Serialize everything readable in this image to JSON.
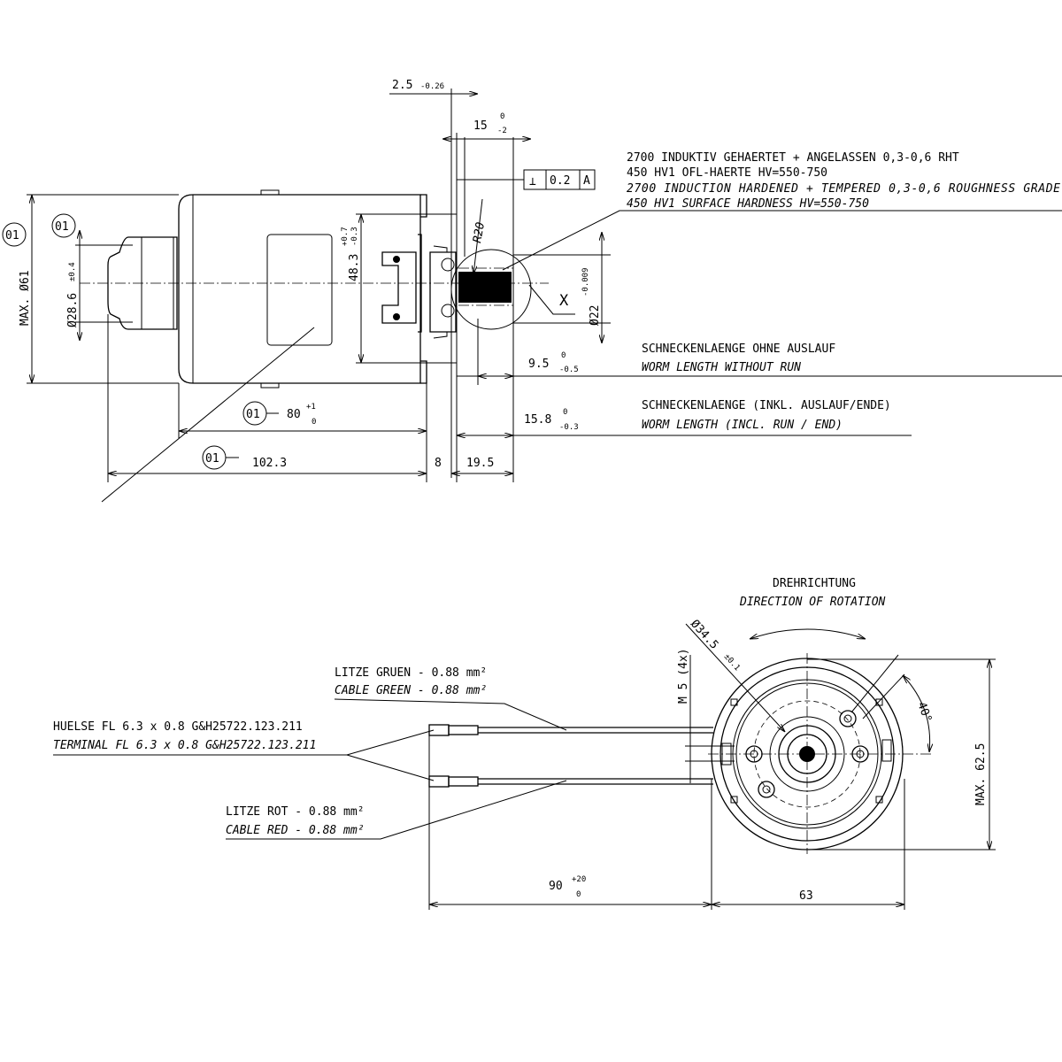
{
  "side_view": {
    "dim_2_5": "2.5",
    "dim_2_5_tol": "-0.26",
    "dim_15": "15",
    "dim_15_tol_up": "0",
    "dim_15_tol_lo": "-2",
    "tolerance_frame": {
      "symbol": "⊥",
      "value": "0.2",
      "datum": "A"
    },
    "notes": [
      "2700 INDUKTIV GEHAERTET + ANGELASSEN 0,3-0,6 RHT",
      "450 HV1 OFL-HAERTE HV=550-750",
      "2700 INDUCTION HARDENED + TEMPERED 0,3-0,6 ROUGHNESS GRADE",
      "450 HV1 SURFACE HARDNESS HV=550-750"
    ],
    "bubble": "01",
    "dim_max_d61": "MAX. Ø61",
    "dim_d28_6": "Ø28.6",
    "dim_d28_6_tol": "±0.4",
    "dim_48_3": "48.3",
    "dim_48_3_tol_up": "+0.7",
    "dim_48_3_tol_lo": "-0.3",
    "r20": "R20",
    "detail_x": "X",
    "dim_d22": "Ø22",
    "dim_d22_tol": "-0.009",
    "dim_9_5": "9.5",
    "dim_9_5_tol_up": "0",
    "dim_9_5_tol_lo": "-0.5",
    "worm_note_de": "SCHNECKENLAENGE OHNE AUSLAUF",
    "worm_note_en": "WORM LENGTH WITHOUT RUN",
    "dim_15_8": "15.8",
    "dim_15_8_tol_up": "0",
    "dim_15_8_tol_lo": "-0.3",
    "worm2_note_de": "SCHNECKENLAENGE (INKL. AUSLAUF/ENDE)",
    "worm2_note_en": "WORM LENGTH (INCL. RUN /  END)",
    "dim_80": "80",
    "dim_80_tol_up": "+1",
    "dim_80_tol_lo": "0",
    "dim_102_3": "102.3",
    "dim_8": "8",
    "dim_19_5": "19.5"
  },
  "end_view": {
    "rotation_de": "DREHRICHTUNG",
    "rotation_en": "DIRECTION OF ROTATION",
    "dim_d34_5": "Ø34.5",
    "dim_d34_5_tol": "±0.1",
    "m5": "M 5 (4x)",
    "angle": "40°",
    "dim_max_62_5": "MAX. 62.5",
    "dim_63": "63",
    "dim_90": "90",
    "dim_90_tol_up": "+20",
    "dim_90_tol_lo": "0",
    "cable_green_de": "LITZE GRUEN - 0.88 mm²",
    "cable_green_en": "CABLE GREEN - 0.88 mm²",
    "terminal_de": "HUELSE FL 6.3 x 0.8 G&H25722.123.211",
    "terminal_en": "TERMINAL FL 6.3 x 0.8 G&H25722.123.211",
    "cable_red_de": "LITZE ROT - 0.88 mm²",
    "cable_red_en": "CABLE RED - 0.88 mm²"
  }
}
